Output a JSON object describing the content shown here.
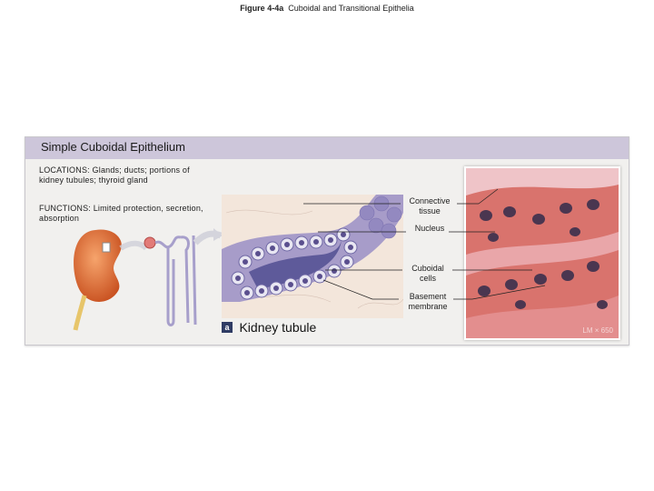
{
  "figure": {
    "number": "Figure 4-4a",
    "title": "Cuboidal and Transitional Epithelia"
  },
  "panel": {
    "header": "Simple Cuboidal Epithelium",
    "locations": "LOCATIONS: Glands; ducts; portions of kidney tubules; thyroid gland",
    "functions": "FUNCTIONS: Limited protection, secretion, absorption"
  },
  "labels": {
    "connective_tissue": "Connective tissue",
    "nucleus": "Nucleus",
    "cuboidal_cells": "Cuboidal cells",
    "basement_membrane": "Basement membrane"
  },
  "caption": {
    "badge": "a",
    "text": "Kidney tubule"
  },
  "micrograph": {
    "magnification": "LM × 650"
  },
  "colors": {
    "header": "#cdc6da",
    "kidney": "#e0703a",
    "tubule": "#8b83b6",
    "micrograph_bg": "#d9736d",
    "nucleus": "#4a3650"
  }
}
